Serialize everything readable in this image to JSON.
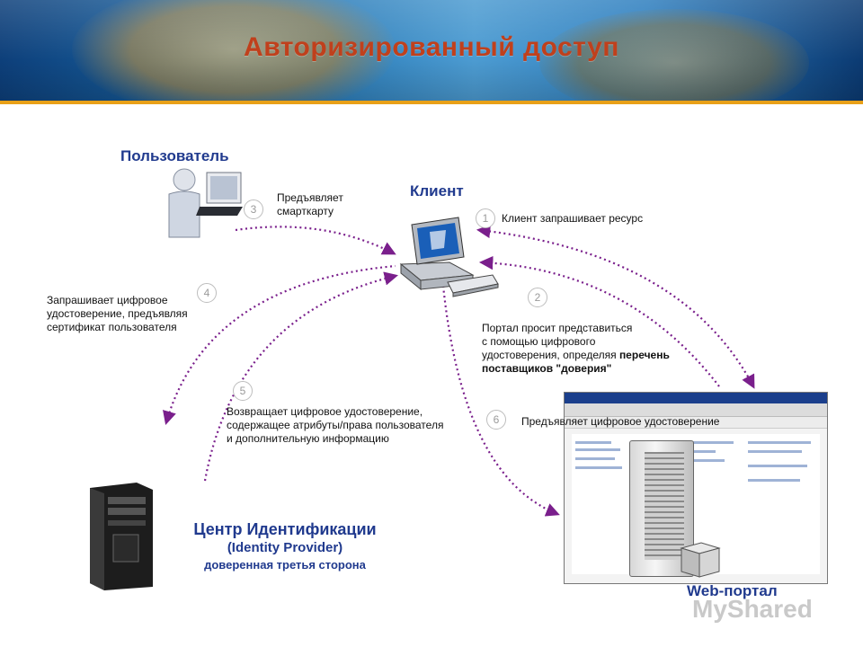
{
  "title": "Авторизированный доступ",
  "actors": {
    "user": "Пользователь",
    "client": "Клиент",
    "portal": "Web-портал",
    "idp_line1": "Центр Идентификации",
    "idp_line2": "(Identity Provider)",
    "idp_line3": "доверенная третья сторона"
  },
  "steps": [
    {
      "num": "1",
      "text": "Клиент запрашивает ресурс"
    },
    {
      "num": "2",
      "text": "Портал просит представиться с помощью цифрового удостоверения, определяя перечень поставщиков \"доверия\""
    },
    {
      "num": "3",
      "text": "Предъявляет смарткарту"
    },
    {
      "num": "4",
      "text": "Запрашивает цифровое удостоверение, предъявляя сертификат пользователя"
    },
    {
      "num": "5",
      "text": "Возвращает цифровое удостоверение, содержащее атрибуты/права пользователя и дополнительную информацию"
    },
    {
      "num": "6",
      "text": "Предъявляет цифровое удостоверение"
    }
  ],
  "step_lines": {
    "s2": [
      "Портал просит представиться",
      "с помощью цифрового",
      "удостоверения, определяя ",
      "перечень",
      "поставщиков \"доверия\""
    ],
    "s3": [
      "Предъявляет",
      "смарткарту"
    ],
    "s4": [
      "Запрашивает цифровое",
      "удостоверение, предъявляя",
      "сертификат пользователя"
    ],
    "s5": [
      "Возвращает цифровое удостоверение,",
      "содержащее атрибуты/права пользователя",
      "и дополнительную информацию"
    ]
  },
  "watermark": "MyShared",
  "colors": {
    "title": "#c0401c",
    "label": "#203a8e",
    "arrow": "#7a1f8c",
    "accent": "#e8a018"
  }
}
